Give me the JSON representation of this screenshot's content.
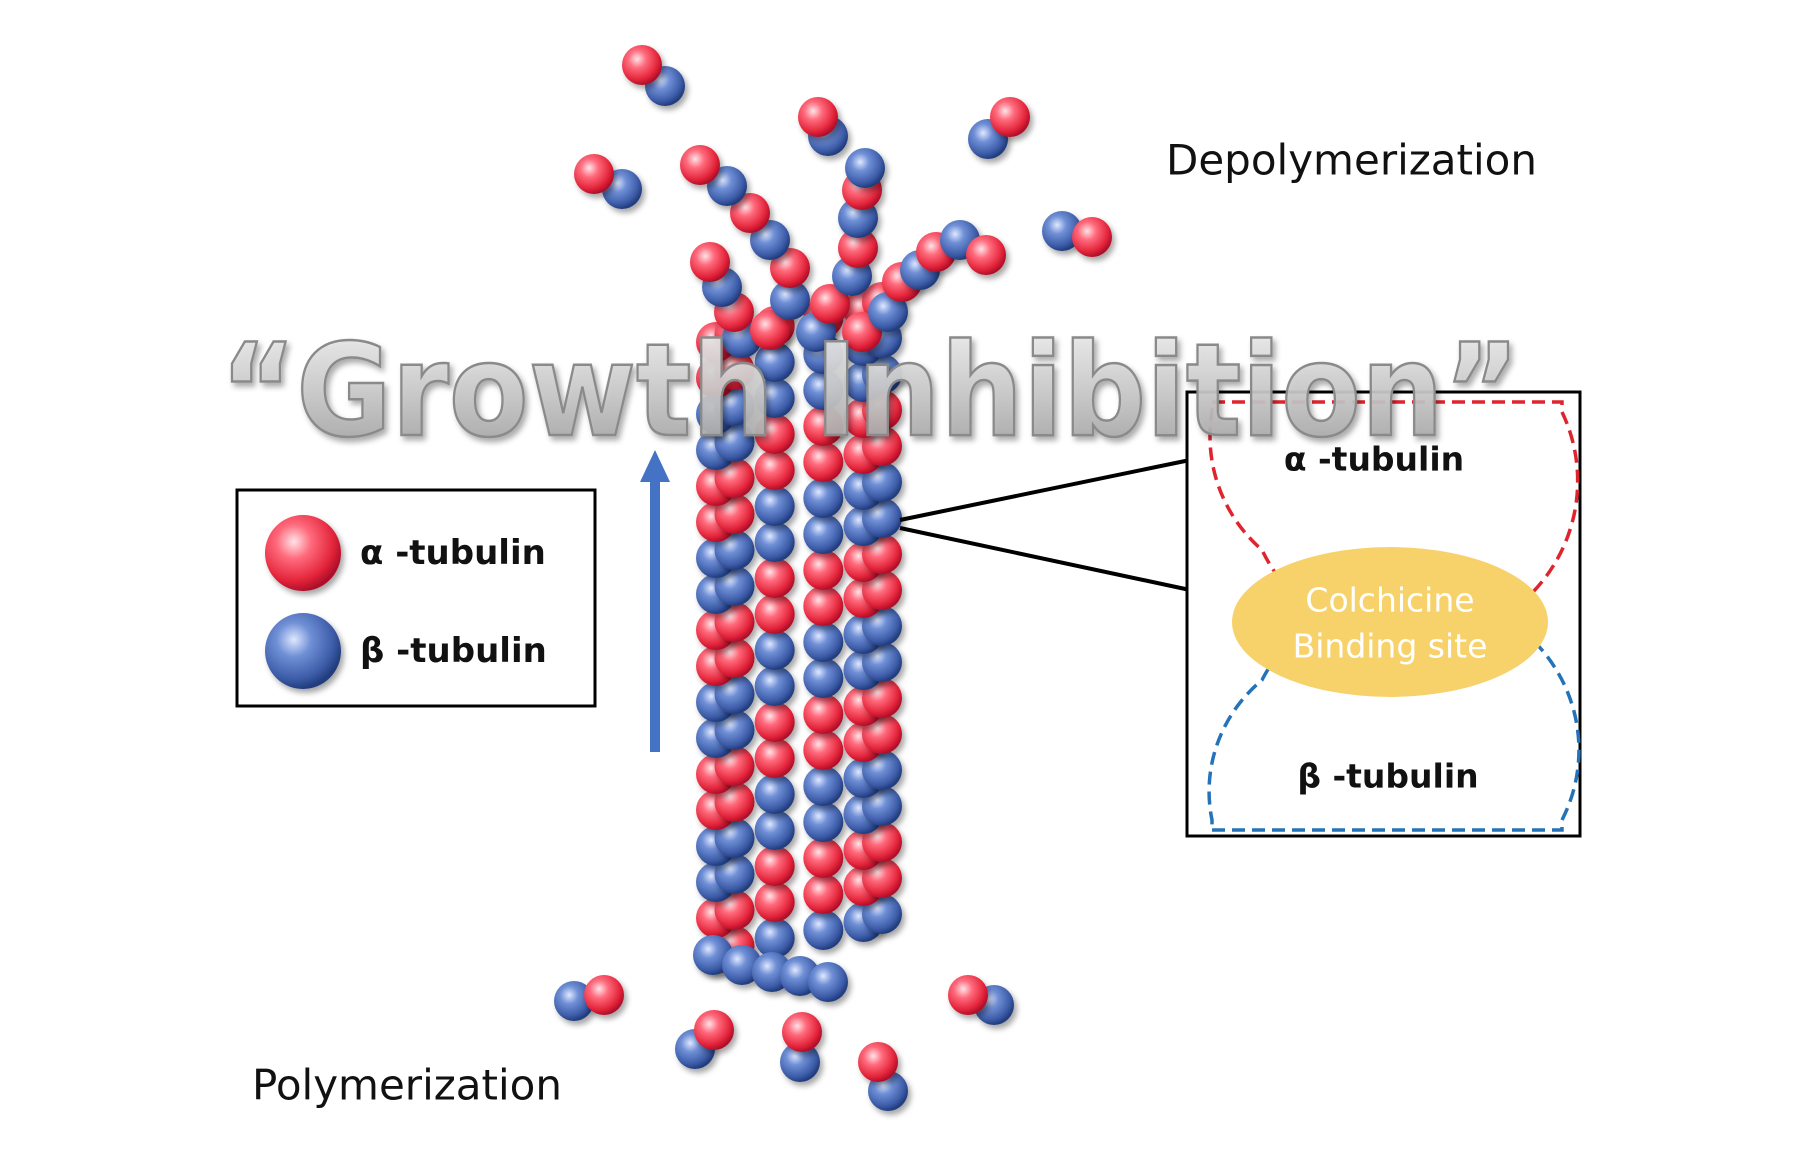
{
  "labels": {
    "depolymerization": "Depolymerization",
    "polymerization": "Polymerization",
    "growth_inhibition": "“Growth Inhibition”"
  },
  "legend": {
    "alpha_label": "α -tubulin",
    "beta_label": "β -tubulin"
  },
  "inset": {
    "alpha_label": "α -tubulin",
    "beta_label": "β -tubulin",
    "site_line1": "Colchicine",
    "site_line2": "Binding site"
  },
  "colors": {
    "alpha": "#e8283c",
    "beta": "#3f5fa8",
    "binding_site": "#f7d26b",
    "arrow": "#4472c4",
    "alpha_dash": "#e0242e",
    "beta_dash": "#2472b8"
  }
}
